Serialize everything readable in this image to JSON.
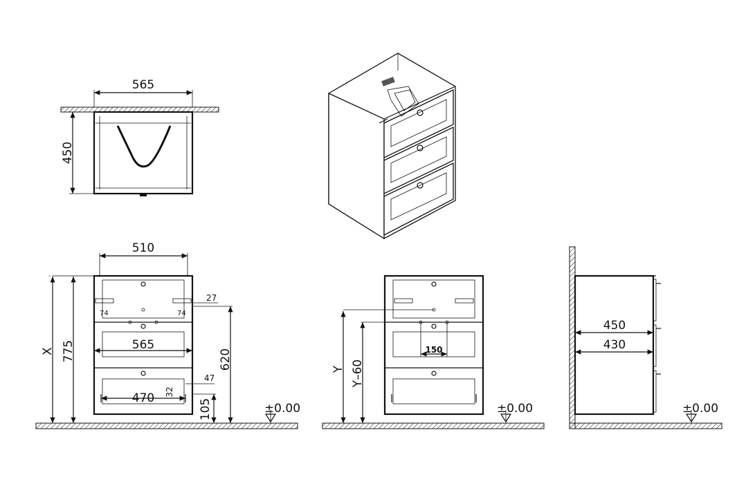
{
  "top_view": {
    "width_label": "565",
    "depth_label": "450"
  },
  "front_view": {
    "overall_width_label": "510",
    "height_x_label": "X",
    "height_label": "775",
    "small_offset_label": "27",
    "left_inset_label": "74",
    "right_inset_label": "74",
    "drawer_width_label": "565",
    "floor_to_top_label": "620",
    "bottom_width_label": "470",
    "handle_offset_label": "47",
    "handle_height_label": "32",
    "plinth_label": "105",
    "floor_label": "±0.00"
  },
  "middle_view": {
    "y_label": "Y",
    "y_minus_label": "Y–60",
    "hole_spacing_label": "150",
    "floor_label": "±0.00"
  },
  "side_view": {
    "depth_outer_label": "450",
    "depth_inner_label": "430",
    "floor_label": "±0.00"
  }
}
